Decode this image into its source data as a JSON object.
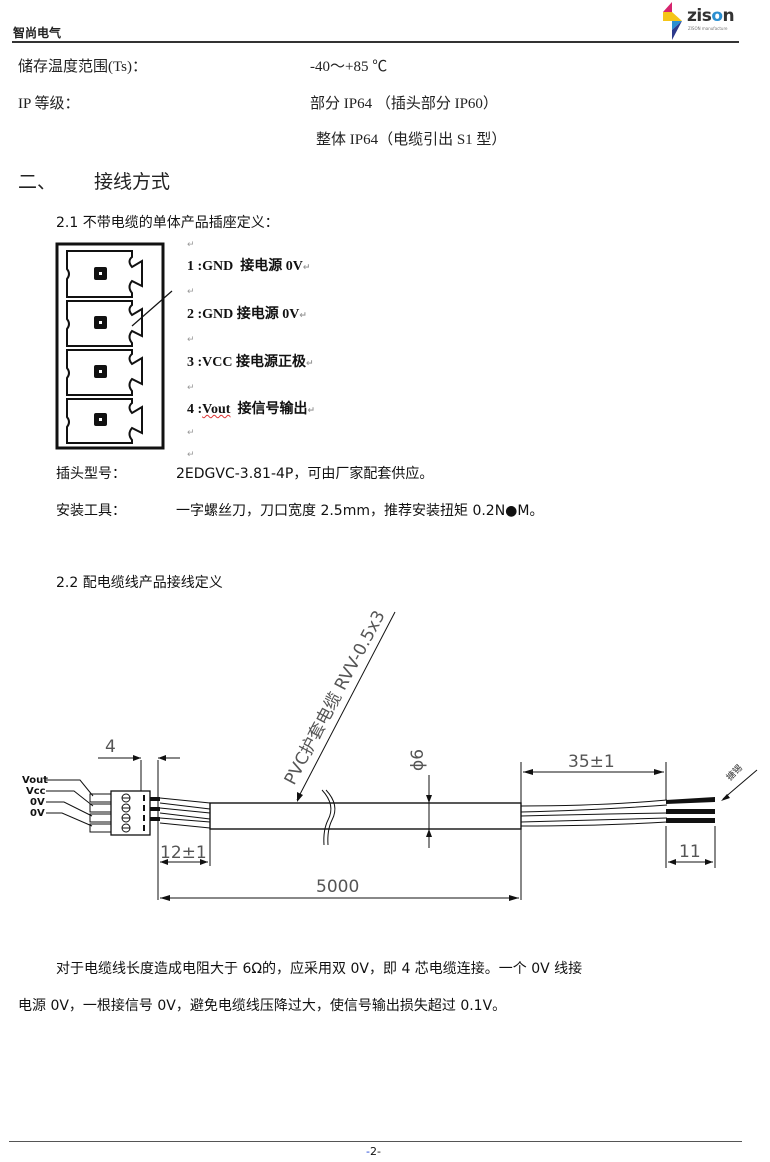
{
  "header": {
    "company": "智尚电气",
    "logo": {
      "word_prefix": "zis",
      "word_o": "o",
      "word_suffix": "n",
      "tagline": "ZISON manufacture",
      "colors": [
        "#d6246e",
        "#f5c518",
        "#2b8fd1",
        "#2d3a8c"
      ]
    }
  },
  "specs": [
    {
      "label": "储存温度范围(Ts)：",
      "value": "-40～+85 ℃"
    },
    {
      "label": "IP 等级：",
      "value": "部分 IP64 （插头部分 IP60）"
    },
    {
      "label": "",
      "value": "整体 IP64（电缆引出 S1 型）"
    }
  ],
  "section": {
    "number": "二、",
    "title": "接线方式"
  },
  "sub1": {
    "title": "2.1 不带电缆的单体产品插座定义：",
    "pins": [
      {
        "num": "1",
        "name": "GND",
        "desc": "接电源 0V"
      },
      {
        "num": "2",
        "name": "GND",
        "desc": "接电源 0V"
      },
      {
        "num": "3",
        "name": "VCC",
        "desc": "接电源正极"
      },
      {
        "num": "4",
        "name": "Vout",
        "desc": "接信号输出"
      }
    ],
    "plug_model_label": "插头型号：",
    "plug_model_value": "2EDGVC-3.81-4P，可由厂家配套供应。",
    "tool_label": "安装工具：",
    "tool_value": "一字螺丝刀，刀口宽度 2.5mm，推荐安装扭矩 0.2N●M。"
  },
  "sub2": {
    "title": "2.2  配电缆线产品接线定义",
    "drawing": {
      "cable_label": "PVC护套电缆 RVV-0.5x3",
      "diameter": "ϕ6",
      "dim_connector": "4",
      "dim_strip_left": "12±1",
      "dim_length": "5000",
      "dim_strip_right": "35±1",
      "dim_tin": "11",
      "tin_label": "搪锡",
      "wire_labels": [
        "Vout",
        "Vcc",
        "0V",
        "0V"
      ]
    }
  },
  "note": {
    "line1": "对于电缆线长度造成电阻大于 6Ω的，应采用双 0V，即 4 芯电缆连接。一个 0V 线接",
    "line2": "电源 0V，一根接信号 0V，避免电缆线压降过大，使信号输出损失超过 0.1V。"
  },
  "footer": {
    "dash_left": "-",
    "page": "2",
    "dash_right": "-"
  }
}
